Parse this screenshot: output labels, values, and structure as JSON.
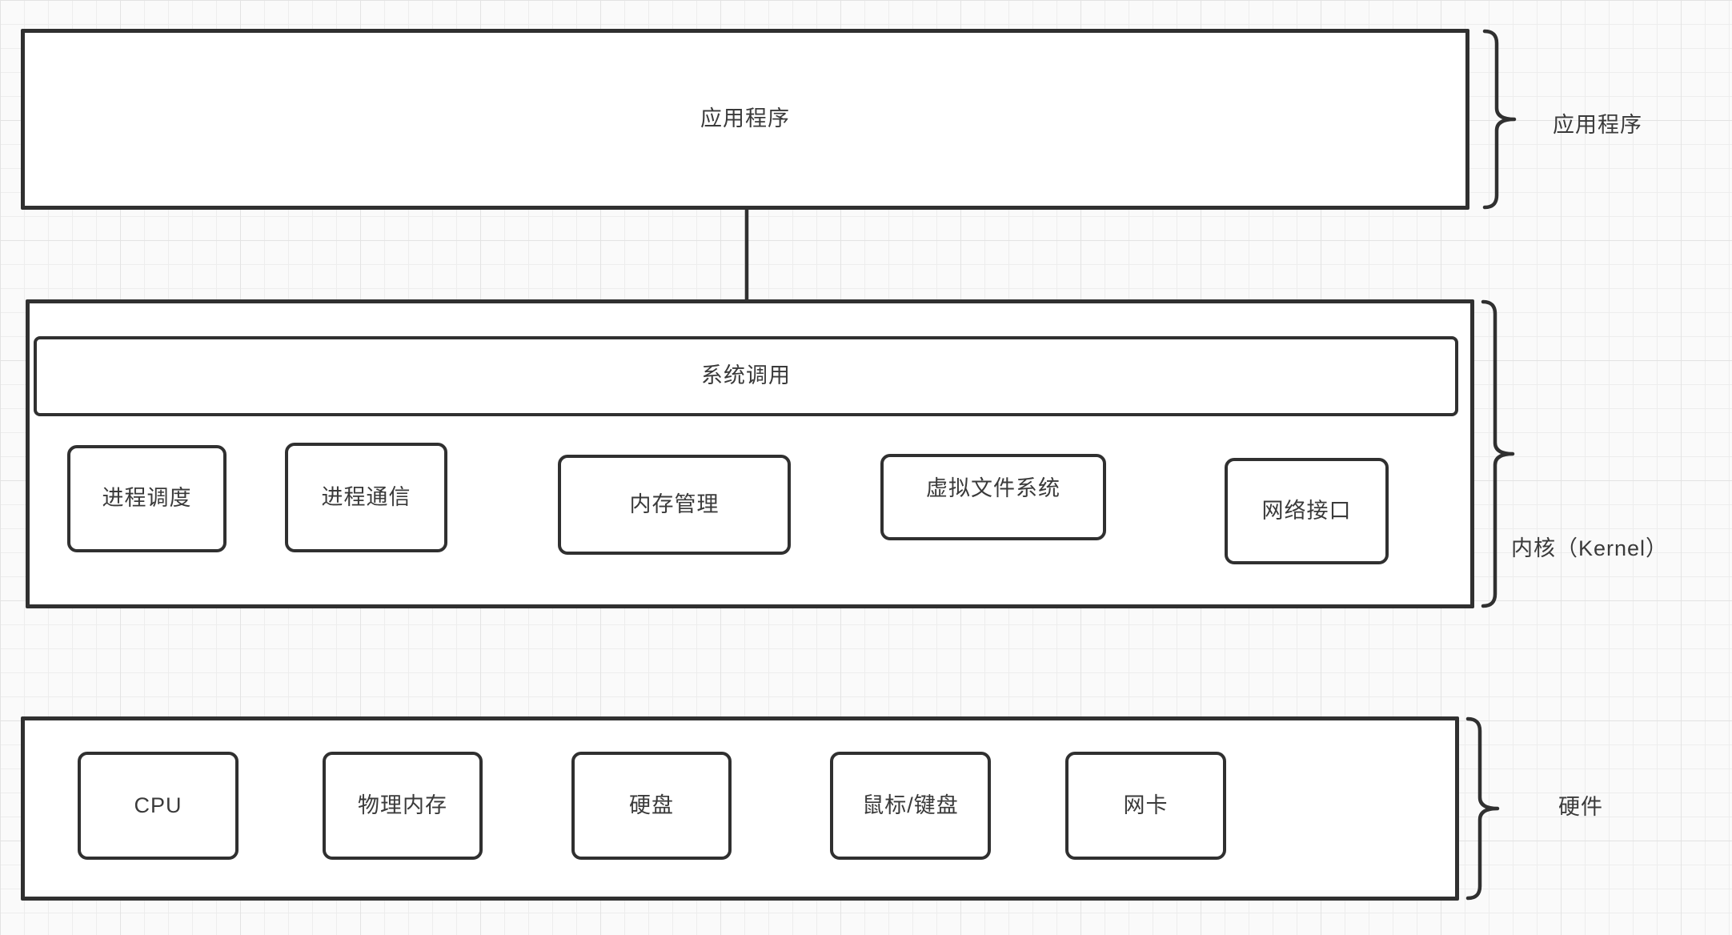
{
  "canvas": {
    "background": "#fafafa",
    "grid_minor_color": "#ededed",
    "grid_major_color": "#e3e3e3",
    "shape_border_color": "#303030",
    "shape_fill_color": "#ffffff",
    "text_color": "#3a3a3a"
  },
  "layers": {
    "application": {
      "box_label": "应用程序",
      "brace_label": "应用程序"
    },
    "kernel": {
      "system_call_label": "系统调用",
      "modules": [
        "进程调度",
        "进程通信",
        "内存管理",
        "虚拟文件系统",
        "网络接口"
      ],
      "brace_label": "内核（Kernel）"
    },
    "hardware": {
      "components": [
        "CPU",
        "物理内存",
        "硬盘",
        "鼠标/键盘",
        "网卡"
      ],
      "brace_label": "硬件"
    }
  }
}
